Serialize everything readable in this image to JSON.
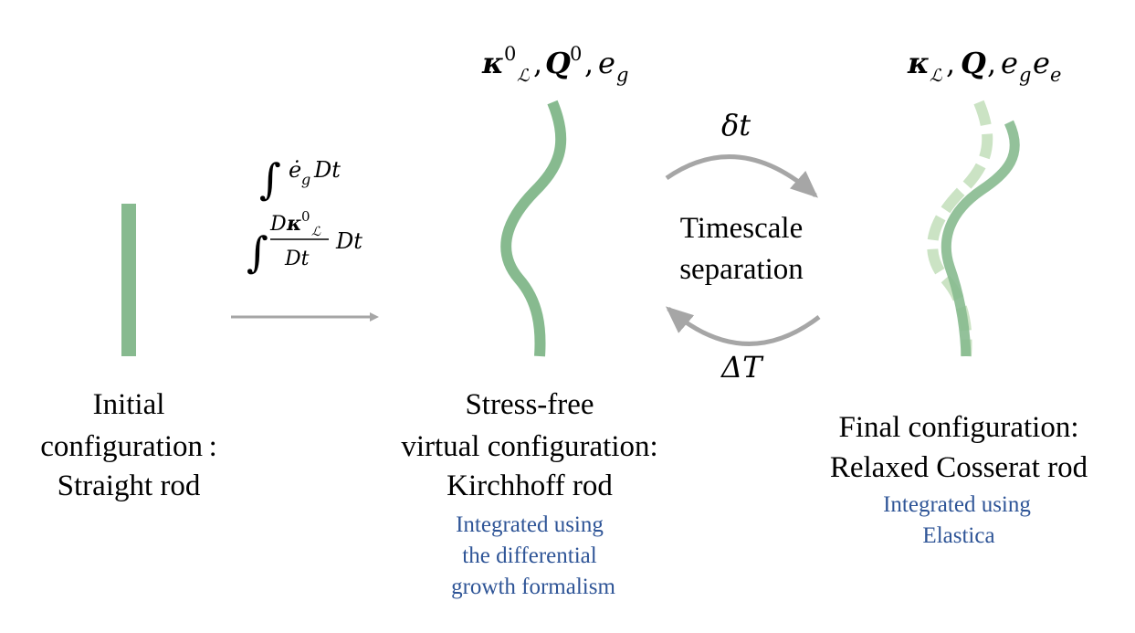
{
  "colors": {
    "rod_green": "#87ba8f",
    "rod_green_dark": "#6fa57a",
    "rod_green_faded": "#cbe3c4",
    "arrow_gray": "#a6a6a6",
    "note_blue": "#2f5597",
    "text": "#000000"
  },
  "initial": {
    "lines": [
      "Initial",
      "configuration :",
      "Straight rod"
    ]
  },
  "integrals": {
    "int_sign": "∫",
    "growth_rate_term": "ė",
    "growth_rate_sub": "g",
    "dt": "Dt",
    "frac_num_d": "D",
    "frac_num_kappa": "κ",
    "frac_num_sup": "0",
    "frac_num_sub": "ℒ",
    "frac_den": "Dt"
  },
  "virtual": {
    "math_label": {
      "kappa": "κ",
      "kappa_sup": "0",
      "kappa_sub": "ℒ",
      "comma1": ",",
      "Q": "Q",
      "Q_sup": "0",
      "comma2": ",",
      "e": "e",
      "e_sub": "g"
    },
    "lines": [
      "Stress-free",
      "virtual configuration:",
      "Kirchhoff rod"
    ],
    "note_lines": [
      "Integrated using",
      "the differential",
      "growth formalism"
    ]
  },
  "timescale": {
    "delta_small": "δt",
    "delta_large": "ΔT",
    "lines": [
      "Timescale",
      "separation"
    ]
  },
  "final": {
    "math_label": {
      "kappa": "κ",
      "kappa_sub": "ℒ",
      "comma1": ",",
      "Q": "Q",
      "comma2": ",",
      "e1": "e",
      "e1_sub": "g",
      "e2": "e",
      "e2_sub": "e"
    },
    "lines": [
      "Final configuration:",
      "Relaxed Cosserat rod"
    ],
    "note_lines": [
      "Integrated using",
      "Elastica"
    ]
  }
}
